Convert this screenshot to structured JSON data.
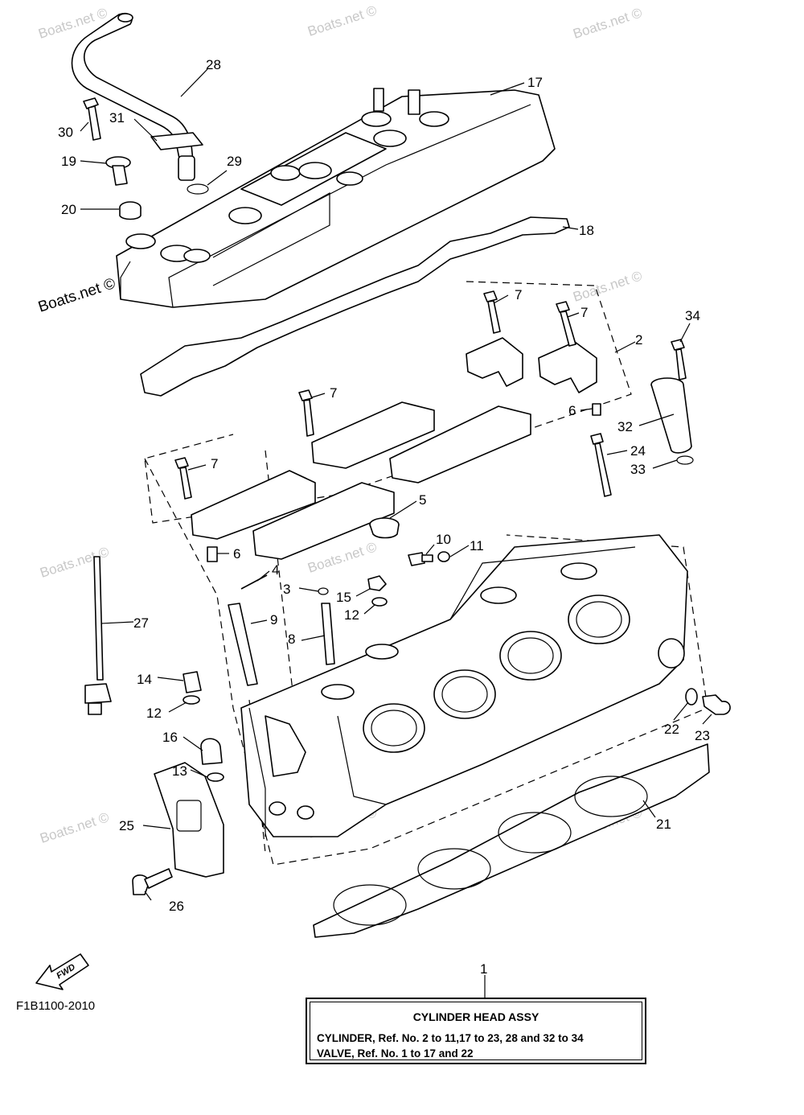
{
  "diagram": {
    "code": "F1B1100-2010",
    "fwd_label": "FWD",
    "watermark": "Boats.net ©",
    "info_box": {
      "ref": "1",
      "title": "CYLINDER HEAD ASSY",
      "line1": "CYLINDER, Ref. No. 2 to 11,17 to 23, 28 and 32 to 34",
      "line2": "VALVE, Ref. No. 1 to 17 and 22"
    },
    "callouts": [
      "28",
      "17",
      "30",
      "31",
      "19",
      "29",
      "20",
      "18",
      "7",
      "7",
      "2",
      "34",
      "7",
      "6",
      "32",
      "7",
      "24",
      "33",
      "5",
      "6",
      "10",
      "11",
      "4",
      "3",
      "15",
      "9",
      "12",
      "8",
      "27",
      "14",
      "12",
      "16",
      "22",
      "23",
      "13",
      "25",
      "21",
      "26"
    ]
  }
}
